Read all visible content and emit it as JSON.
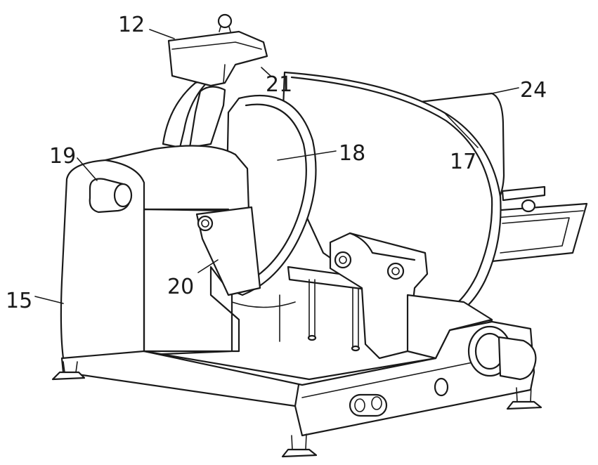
{
  "figure": {
    "labels": {
      "label_12": "12",
      "label_15": "15",
      "label_17": "17",
      "label_18": "18",
      "label_19": "19",
      "label_20": "20",
      "label_21": "21",
      "label_24": "24"
    },
    "colors": {
      "ink": "#1a1a1a",
      "paper": "#ffffff"
    }
  }
}
